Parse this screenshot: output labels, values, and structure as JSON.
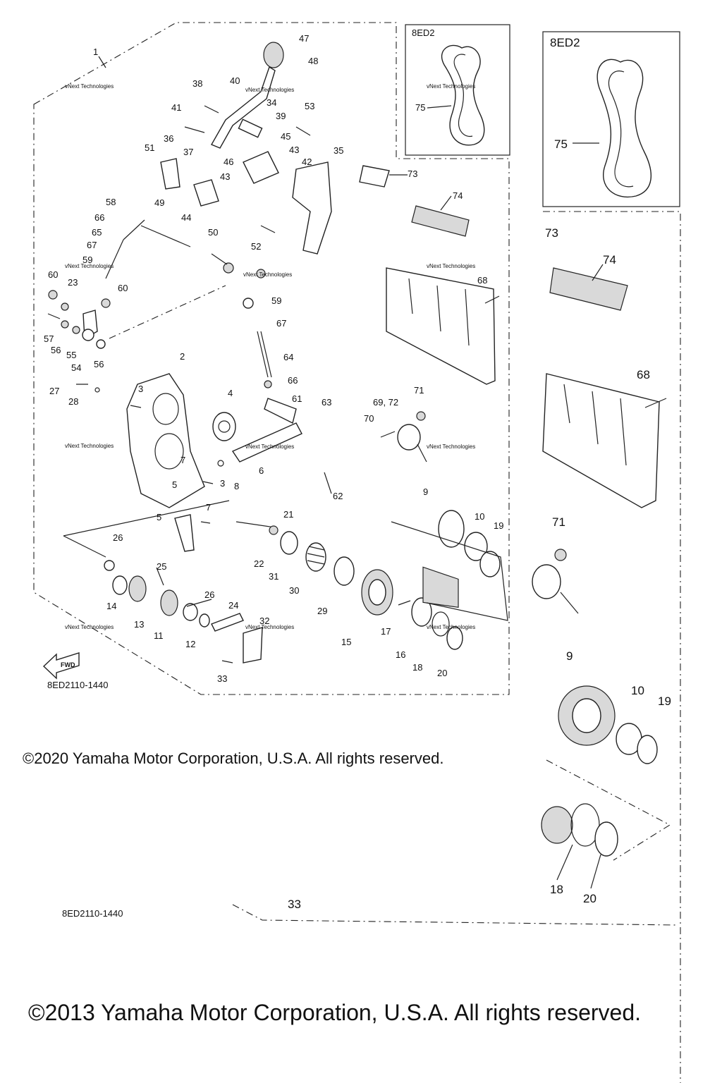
{
  "diagram": {
    "left_panel": {
      "assembly_label": "1",
      "inset_label": "8ED2",
      "figure_code": "8ED2110-1440",
      "fwd_label": "FWD",
      "part_numbers": [
        "2",
        "3",
        "4",
        "5",
        "6",
        "7",
        "8",
        "9",
        "10",
        "11",
        "12",
        "13",
        "14",
        "15",
        "16",
        "17",
        "18",
        "19",
        "20",
        "21",
        "22",
        "23",
        "24",
        "25",
        "26",
        "27",
        "28",
        "29",
        "30",
        "31",
        "32",
        "33",
        "34",
        "35",
        "36",
        "37",
        "38",
        "39",
        "40",
        "41",
        "42",
        "43",
        "44",
        "45",
        "46",
        "47",
        "48",
        "49",
        "50",
        "51",
        "52",
        "53",
        "54",
        "55",
        "56",
        "57",
        "58",
        "59",
        "60",
        "61",
        "62",
        "63",
        "64",
        "65",
        "66",
        "67",
        "68",
        "69, 72",
        "70",
        "71",
        "73",
        "74",
        "75"
      ]
    },
    "right_panel": {
      "inset_label": "8ED2",
      "figure_code": "8ED2110-1440",
      "part_numbers": [
        "75",
        "73",
        "74",
        "68",
        "71",
        "9",
        "10",
        "19",
        "18",
        "20",
        "33"
      ]
    },
    "watermark": "vNext Technologies"
  },
  "copyright": {
    "small": "©2020 Yamaha Motor Corporation, U.S.A. All rights reserved.",
    "large": "©2013 Yamaha Motor Corporation, U.S.A. All rights reserved."
  }
}
